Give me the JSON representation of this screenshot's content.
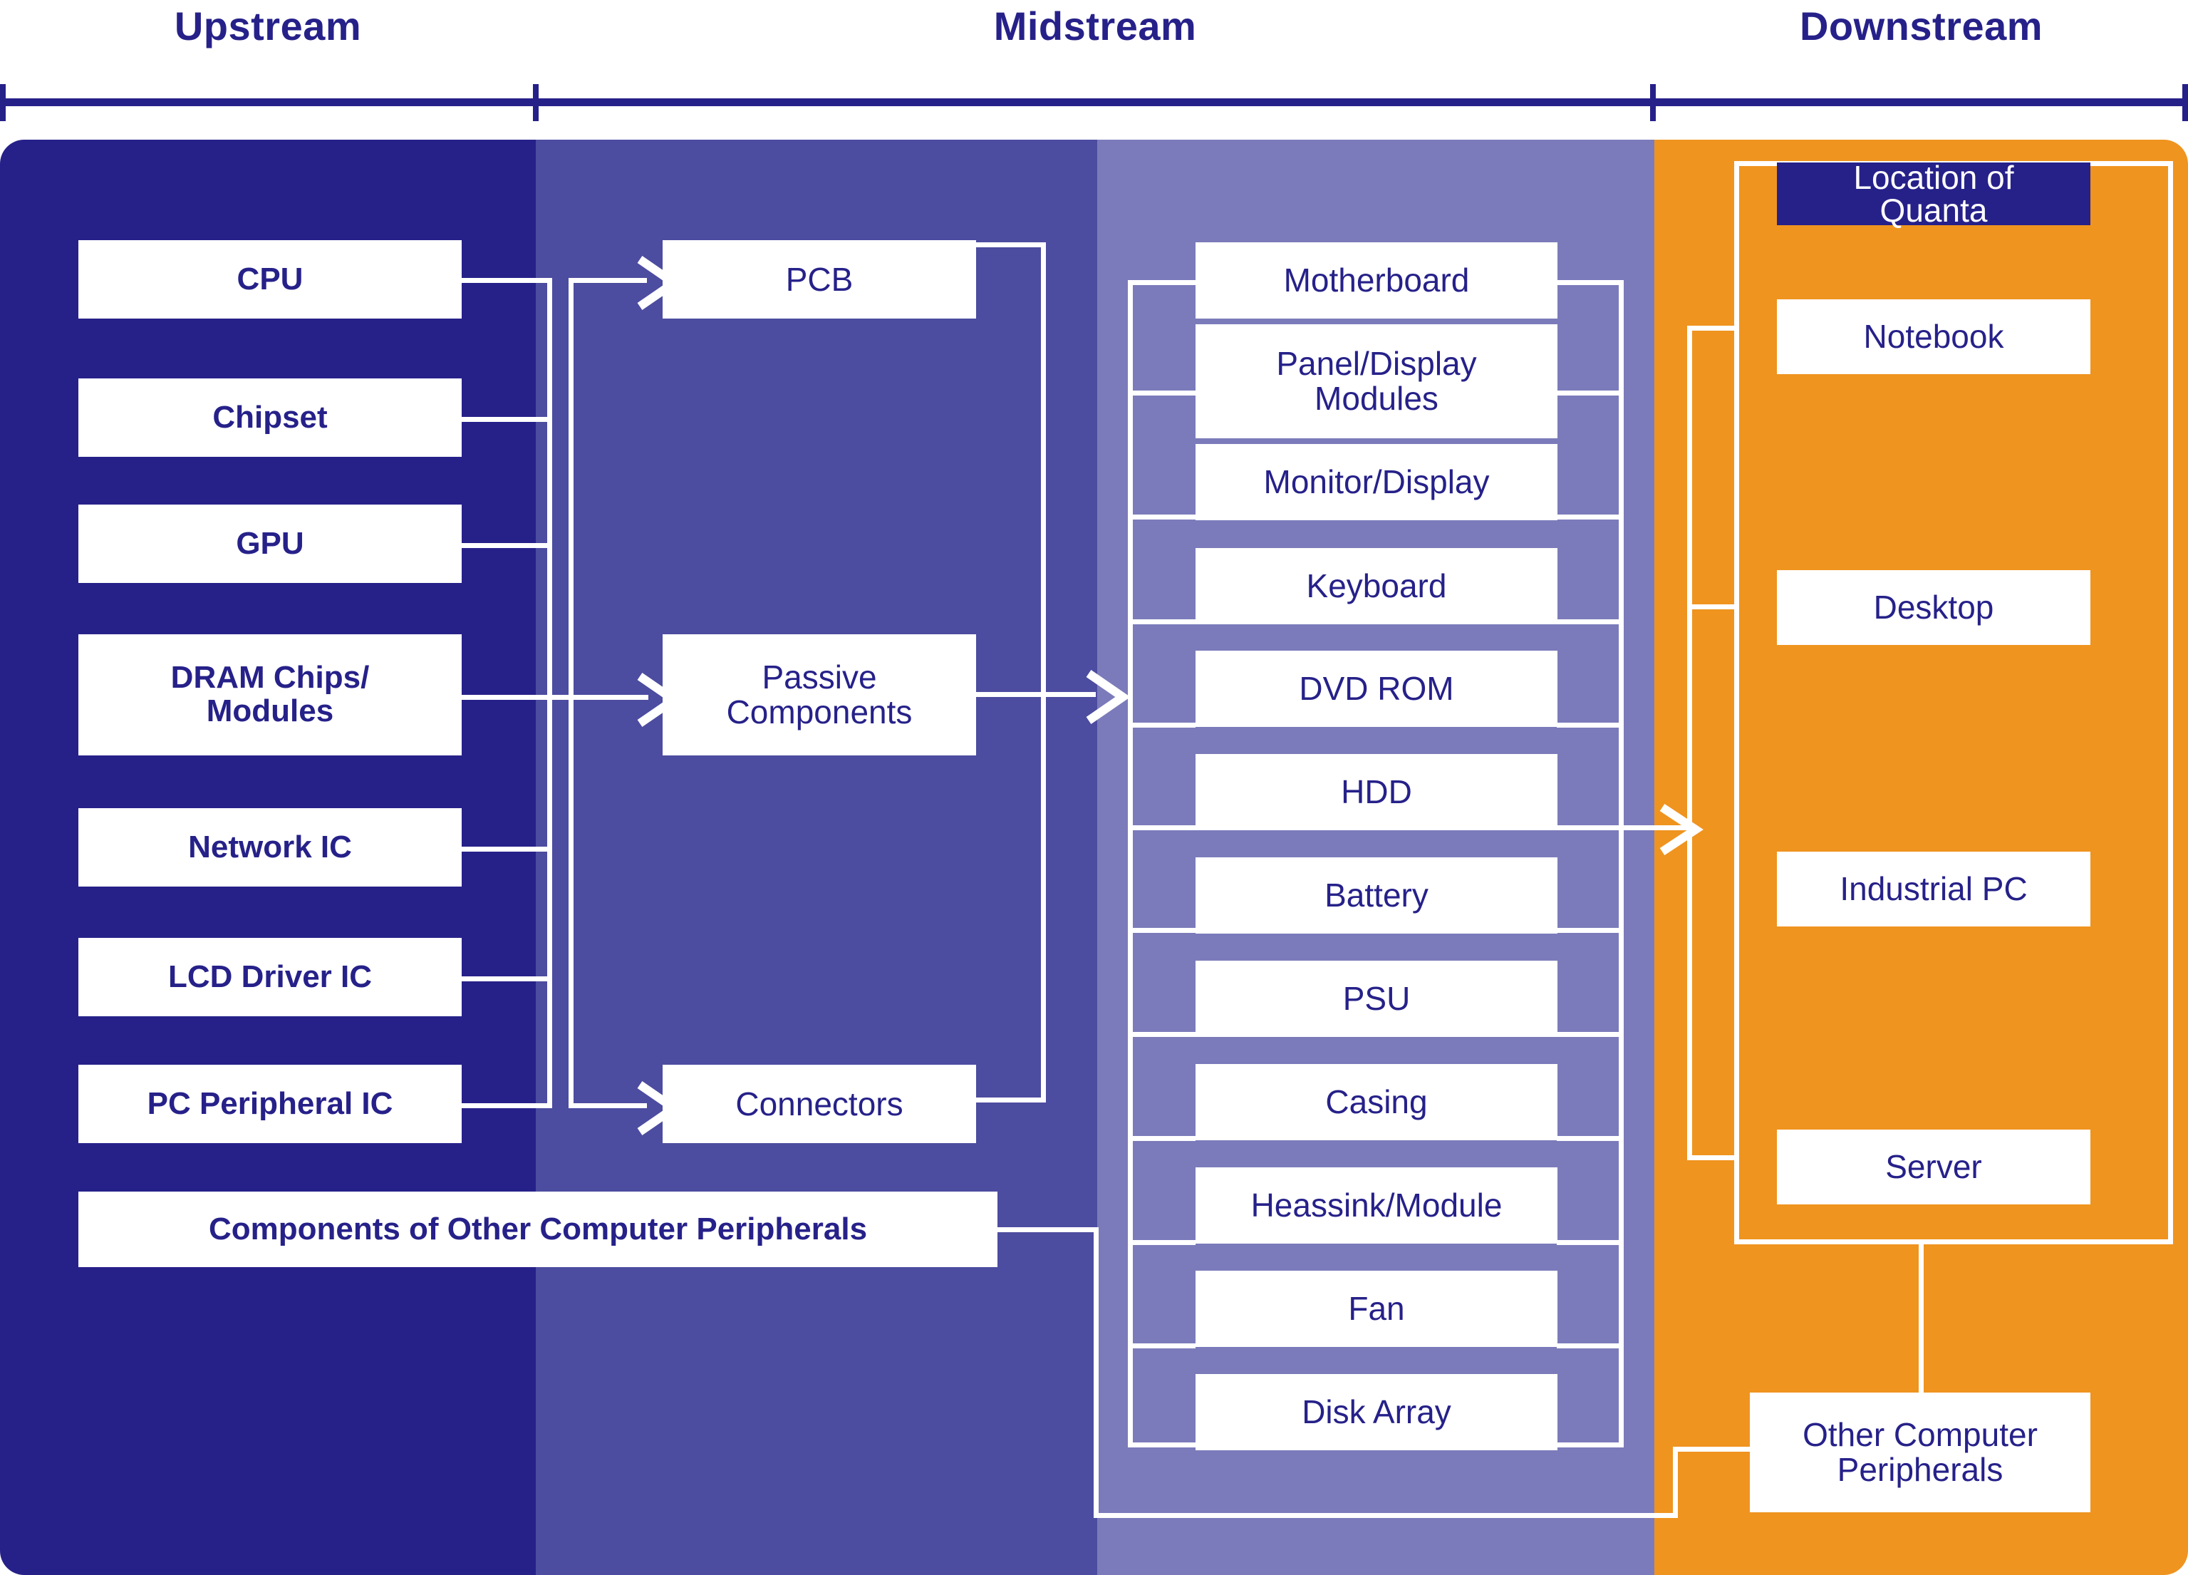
{
  "header": {
    "segments": [
      {
        "label": "Upstream"
      },
      {
        "label": "Midstream"
      },
      {
        "label": "Downstream"
      }
    ]
  },
  "colors": {
    "navy": "#262189",
    "mid_purple": "#4c4ca0",
    "light_purple": "#7b7bbb",
    "orange": "#ef941f",
    "node_bg": "#ffffff",
    "node_text": "#262189"
  },
  "upstream": {
    "items": [
      {
        "label": "CPU"
      },
      {
        "label": "Chipset"
      },
      {
        "label": "GPU"
      },
      {
        "label": "DRAM Chips/\nModules"
      },
      {
        "label": "Network IC"
      },
      {
        "label": "LCD Driver IC"
      },
      {
        "label": "PC Peripheral IC"
      }
    ],
    "wide_item": {
      "label": "Components of Other Computer Peripherals"
    }
  },
  "midstream_materials": {
    "items": [
      {
        "label": "PCB"
      },
      {
        "label": "Passive\nComponents"
      },
      {
        "label": "Connectors"
      }
    ]
  },
  "midstream_components": {
    "items": [
      {
        "label": "Motherboard"
      },
      {
        "label": "Panel/Display\nModules"
      },
      {
        "label": "Monitor/Display"
      },
      {
        "label": "Keyboard"
      },
      {
        "label": "DVD ROM"
      },
      {
        "label": "HDD"
      },
      {
        "label": "Battery"
      },
      {
        "label": "PSU"
      },
      {
        "label": "Casing"
      },
      {
        "label": "Heassink/Module"
      },
      {
        "label": "Fan"
      },
      {
        "label": "Disk Array"
      }
    ]
  },
  "downstream": {
    "badge": {
      "label": "Location of\nQuanta"
    },
    "items": [
      {
        "label": "Notebook"
      },
      {
        "label": "Desktop"
      },
      {
        "label": "Industrial PC"
      },
      {
        "label": "Server"
      }
    ],
    "peripherals": {
      "label": "Other Computer\nPeripherals"
    }
  }
}
